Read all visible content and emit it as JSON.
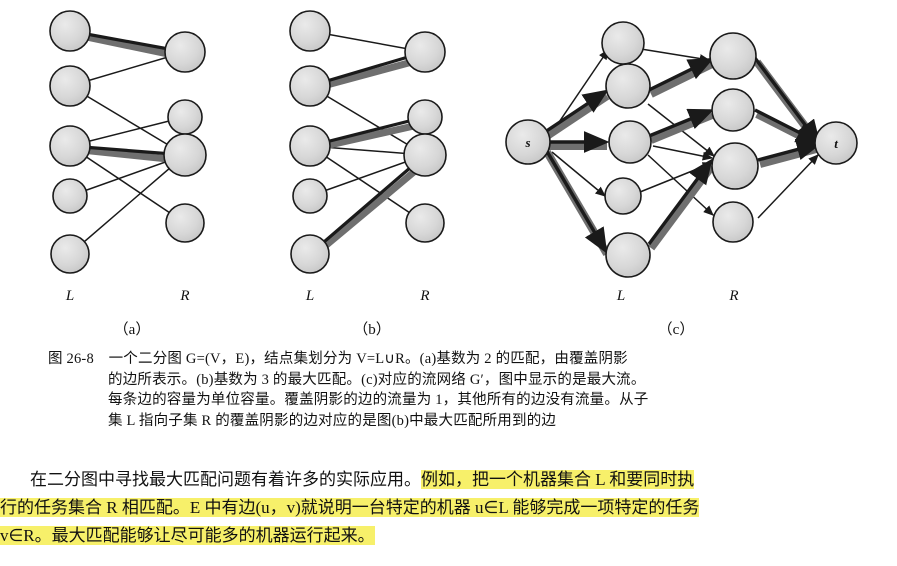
{
  "figure": {
    "panels": [
      {
        "id": "a",
        "part_label": "（a）",
        "left_label": "L",
        "right_label": "R",
        "left_nodes": 5,
        "right_nodes": 4,
        "edges": [
          {
            "from": 0,
            "to": 0,
            "matched": true
          },
          {
            "from": 1,
            "to": 0,
            "matched": false
          },
          {
            "from": 1,
            "to": 2,
            "matched": false
          },
          {
            "from": 2,
            "to": 1,
            "matched": false
          },
          {
            "from": 2,
            "to": 2,
            "matched": true
          },
          {
            "from": 2,
            "to": 3,
            "matched": false
          },
          {
            "from": 3,
            "to": 2,
            "matched": false
          },
          {
            "from": 4,
            "to": 2,
            "matched": false
          }
        ],
        "matching_cardinality": 2
      },
      {
        "id": "b",
        "part_label": "（b）",
        "left_label": "L",
        "right_label": "R",
        "left_nodes": 5,
        "right_nodes": 4,
        "edges": [
          {
            "from": 0,
            "to": 0,
            "matched": false
          },
          {
            "from": 1,
            "to": 0,
            "matched": true
          },
          {
            "from": 1,
            "to": 2,
            "matched": false
          },
          {
            "from": 2,
            "to": 1,
            "matched": true
          },
          {
            "from": 2,
            "to": 2,
            "matched": false
          },
          {
            "from": 2,
            "to": 3,
            "matched": false
          },
          {
            "from": 3,
            "to": 2,
            "matched": false
          },
          {
            "from": 4,
            "to": 2,
            "matched": true
          }
        ],
        "matching_cardinality": 3
      },
      {
        "id": "c",
        "part_label": "（c）",
        "left_label": "L",
        "right_label": "R",
        "source_label": "s",
        "sink_label": "t",
        "left_nodes": 5,
        "right_nodes": 4,
        "source_edges": [
          {
            "to": 0,
            "flow": 0
          },
          {
            "to": 1,
            "flow": 1
          },
          {
            "to": 2,
            "flow": 1
          },
          {
            "to": 3,
            "flow": 0
          },
          {
            "to": 4,
            "flow": 1
          }
        ],
        "middle_edges": [
          {
            "from": 0,
            "to": 0,
            "flow": 0
          },
          {
            "from": 1,
            "to": 0,
            "flow": 1
          },
          {
            "from": 1,
            "to": 2,
            "flow": 0
          },
          {
            "from": 2,
            "to": 1,
            "flow": 1
          },
          {
            "from": 2,
            "to": 2,
            "flow": 0
          },
          {
            "from": 2,
            "to": 3,
            "flow": 0
          },
          {
            "from": 3,
            "to": 2,
            "flow": 0
          },
          {
            "from": 4,
            "to": 2,
            "flow": 1
          }
        ],
        "sink_edges": [
          {
            "from": 0,
            "flow": 1
          },
          {
            "from": 1,
            "flow": 1
          },
          {
            "from": 2,
            "flow": 1
          },
          {
            "from": 3,
            "flow": 0
          }
        ],
        "max_flow": 3
      }
    ]
  },
  "caption": {
    "number": "图 26-8",
    "lines": [
      "一个二分图 G=(V，E)，结点集划分为 V=L∪R。(a)基数为 2 的匹配，由覆盖阴影",
      "的边所表示。(b)基数为 3 的最大匹配。(c)对应的流网络 G′，图中显示的是最大流。",
      "每条边的容量为单位容量。覆盖阴影的边的流量为 1，其他所有的边没有流量。从子",
      "集 L 指向子集 R 的覆盖阴影的边对应的是图(b)中最大匹配所用到的边"
    ]
  },
  "body": {
    "line1_plain": "在二分图中寻找最大匹配问题有着许多的实际应用。",
    "line1_highlight": "例如，把一个机器集合 L 和要同时执",
    "line2_highlight": "行的任务集合 R 相匹配。E 中有边(u，v)就说明一台特定的机器 u∈L 能够完成一项特定的任务",
    "line3_highlight": "v∈R。最大匹配能够让尽可能多的机器运行起来。"
  },
  "colors": {
    "node_fill": "#d9d9d9",
    "node_stroke": "#1a1a1a",
    "edge": "#1a1a1a",
    "shadow_edge": "#2b2b2b",
    "highlight": "#f7f06a",
    "text": "#111111"
  }
}
